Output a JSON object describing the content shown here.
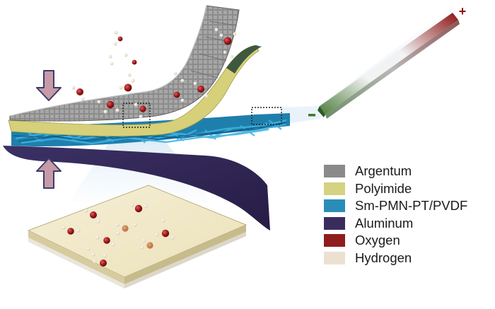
{
  "diagram": {
    "legend": [
      {
        "label": "Argentum",
        "color": "#8a8a8a"
      },
      {
        "label": "Polyimide",
        "color": "#d6d283"
      },
      {
        "label": "Sm-PMN-PT/PVDF",
        "color": "#2a8db8"
      },
      {
        "label": "Aluminum",
        "color": "#3a2d5e"
      },
      {
        "label": "Oxygen",
        "color": "#8f1d1d"
      },
      {
        "label": "Hydrogen",
        "color": "#ece1d1"
      }
    ],
    "electrode_symbols": {
      "positive": "+",
      "negative": "−"
    },
    "icons": {
      "press_arrow_down": "arrow-down-icon",
      "press_arrow_up": "arrow-up-icon"
    },
    "colors": {
      "arrow_fill": "#c79aa7",
      "arrow_stroke": "#3b3d6b",
      "oxygen": "#a11a1a",
      "hydrogen": "#f2e7d3",
      "fiber": "#2a9cc9",
      "polyimide": "#d8d27c",
      "aluminum": "#2f2450",
      "argentum": "#8c8c8c",
      "electrode_positive": "#8b1212",
      "electrode_negative": "#3e7a2c"
    }
  }
}
